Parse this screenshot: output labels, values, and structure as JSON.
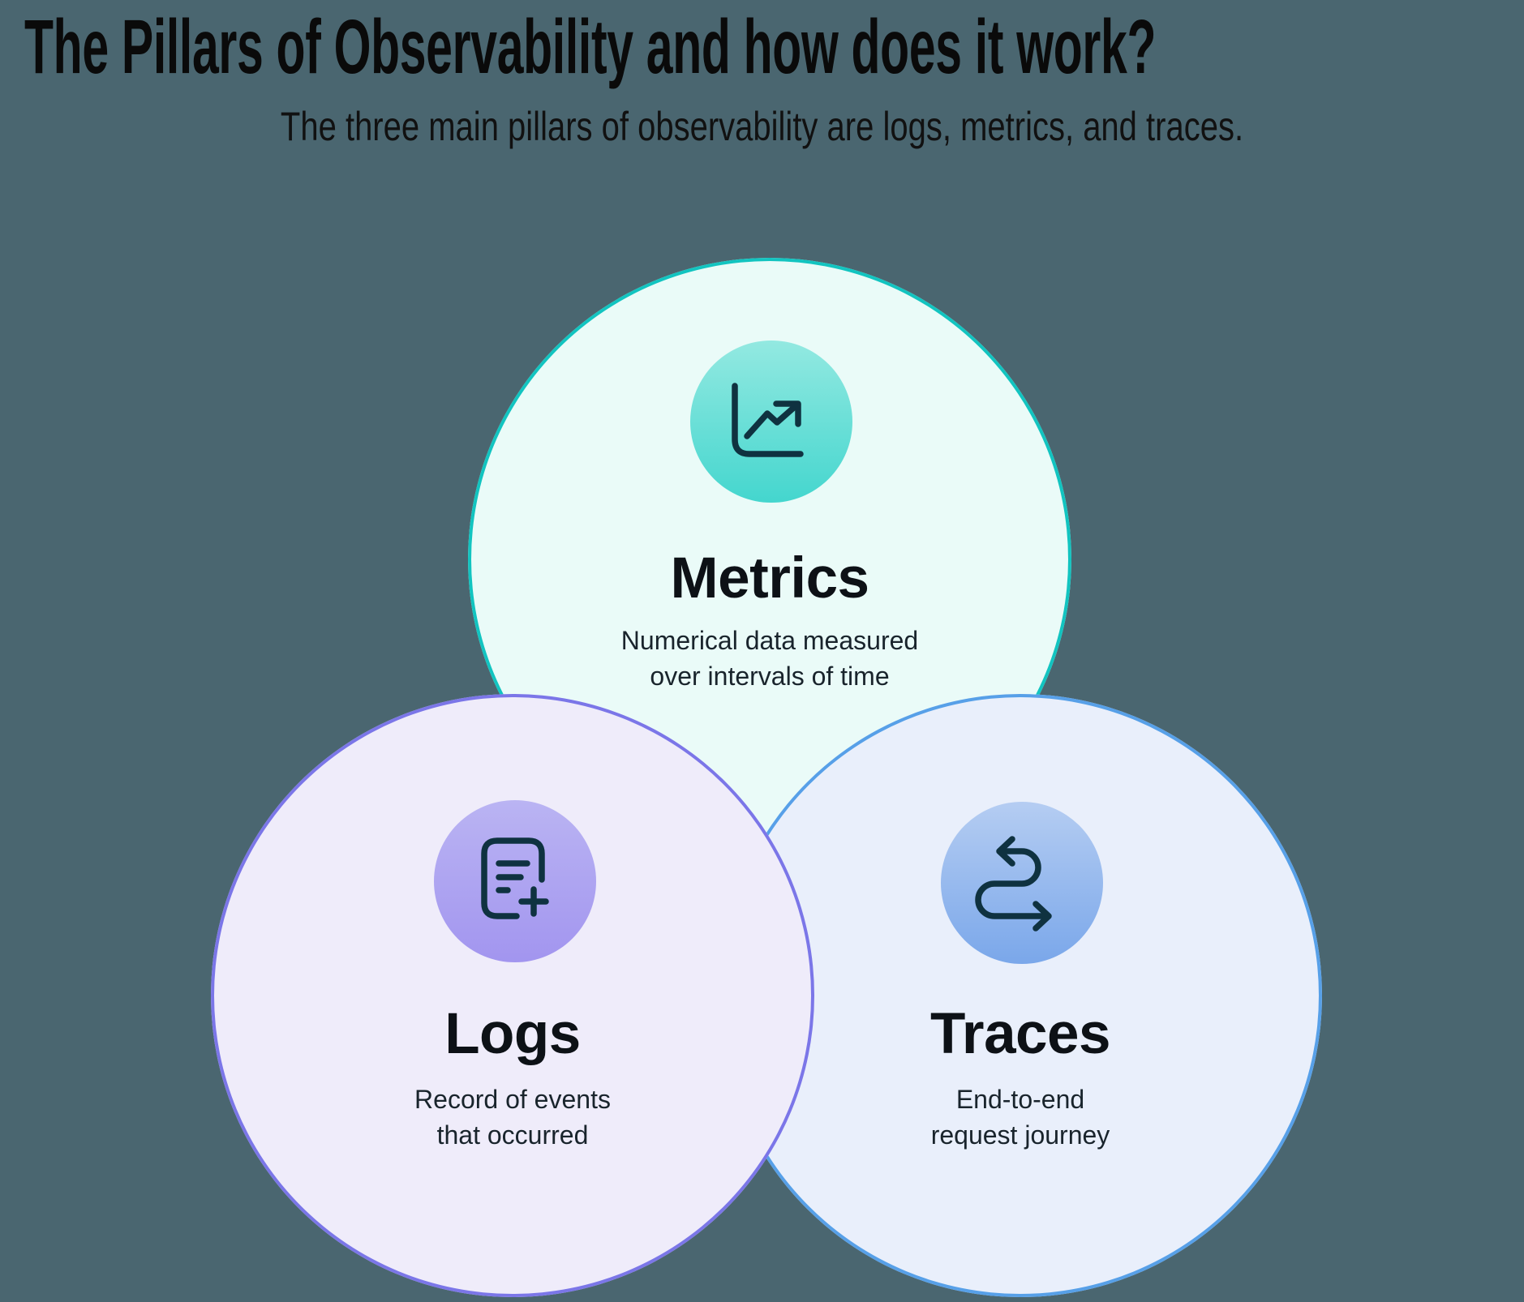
{
  "page": {
    "background_color": "#4a6670",
    "icon_stroke_color": "#0f3240",
    "title_color": "#0a0a0a",
    "label_color": "#0d1116",
    "description_color": "#19242c"
  },
  "header": {
    "title": "The Pillars of Observability and how does it work?",
    "subtitle": "The three main pillars of observability are logs, metrics, and traces."
  },
  "pillars": [
    {
      "id": "metrics",
      "name": "Metrics",
      "description": [
        "Numerical data measured",
        "over intervals of time"
      ],
      "icon": "line-chart-icon",
      "fill": "#eafbf8",
      "border": "#12c4c0",
      "icon_gradient_top": "#93e9e1",
      "icon_gradient_bottom": "#44d6ce"
    },
    {
      "id": "logs",
      "name": "Logs",
      "description": [
        "Record of events",
        "that occurred"
      ],
      "icon": "document-plus-icon",
      "fill": "#efecfa",
      "border": "#7b76e8",
      "icon_gradient_top": "#bab4f3",
      "icon_gradient_bottom": "#a295ef"
    },
    {
      "id": "traces",
      "name": "Traces",
      "description": [
        "End-to-end",
        "request journey"
      ],
      "icon": "route-arrow-icon",
      "fill": "#e9effb",
      "border": "#57a0e8",
      "icon_gradient_top": "#b5cdf2",
      "icon_gradient_bottom": "#7aa7ea"
    }
  ]
}
